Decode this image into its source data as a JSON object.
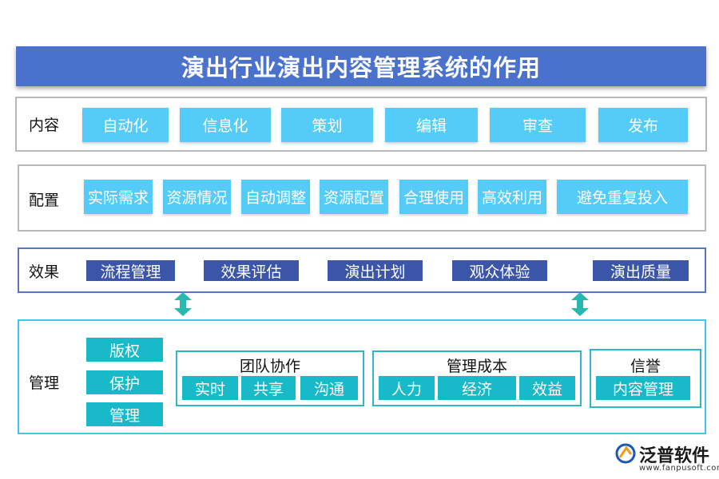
{
  "title": "演出行业演出内容管理系统的作用",
  "rows": {
    "content": {
      "label": "内容",
      "items": [
        "自动化",
        "信息化",
        "策划",
        "编辑",
        "审查",
        "发布"
      ]
    },
    "config": {
      "label": "配置",
      "items": [
        "实际需求",
        "资源情况",
        "自动调整",
        "资源配置",
        "合理使用",
        "高效利用",
        "避免重复投入"
      ]
    },
    "effect": {
      "label": "效果",
      "items": [
        "流程管理",
        "效果评估",
        "演出计划",
        "观众体验",
        "演出质量"
      ]
    },
    "management": {
      "label": "管理",
      "stack": [
        "版权",
        "保护",
        "管理"
      ],
      "groups": [
        {
          "title": "团队协作",
          "items": [
            "实时",
            "共享",
            "沟通"
          ]
        },
        {
          "title": "管理成本",
          "items": [
            "人力",
            "经济",
            "效益"
          ]
        },
        {
          "title": "信誉",
          "items": [
            "内容管理"
          ]
        }
      ]
    }
  },
  "logo": {
    "name": "泛普软件",
    "url": "www.fanpusoft.com"
  },
  "colors": {
    "title_bg": "#4a72cc",
    "cyan_chip": "#55ccf7",
    "navy_chip": "#3b56a8",
    "teal_chip": "#18b9c9",
    "arrow": "#27b8b0"
  }
}
